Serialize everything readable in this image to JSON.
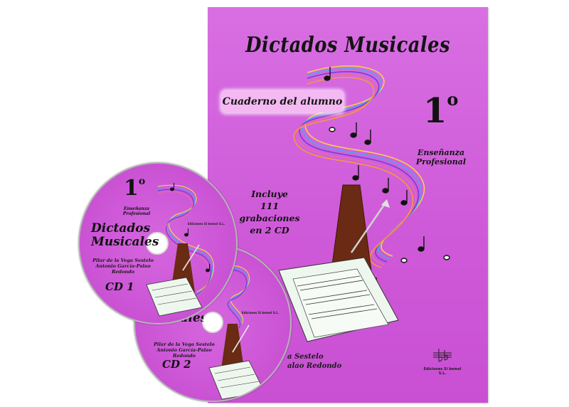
{
  "book": {
    "title": "Dictados Musicales",
    "subtitle_badge": "Cuaderno del alumno",
    "grade": "1",
    "grade_sup": "o",
    "level_line1": "Enseñanza",
    "level_line2": "Profesional",
    "includes_line1": "Incluye",
    "includes_line2": "111 grabaciones",
    "includes_line3": "en 2 CD",
    "authors_tail_line1": "a Sestelo",
    "authors_tail_line2": "alao Redondo",
    "publisher": "Ediciones Si bemol S.L."
  },
  "cd1": {
    "grade": "1",
    "grade_sup": "o",
    "level_line1": "Enseñanza",
    "level_line2": "Profesional",
    "title_line1": "Dictados",
    "title_line2": "Musicales",
    "author1": "Pilar de la Vega Sestelo",
    "author2": "Antonio García-Palao Redondo",
    "label": "CD 1",
    "publisher": "Ediciones Si bemol S.L."
  },
  "cd2": {
    "title_partial": "Musicales",
    "author1": "Pilar de la Vega Sestelo",
    "author2": "Antonio García-Palao Redondo",
    "label": "CD 2",
    "publisher": "Ediciones Si bemol S.L."
  },
  "colors": {
    "cover_purple": "#cf5ad9",
    "badge_pink": "#f4b9f2",
    "text_dark": "#111111"
  },
  "icons": [
    "metronome-icon",
    "sheet-music-icon",
    "music-staff-ribbon",
    "publisher-logo-icon"
  ]
}
